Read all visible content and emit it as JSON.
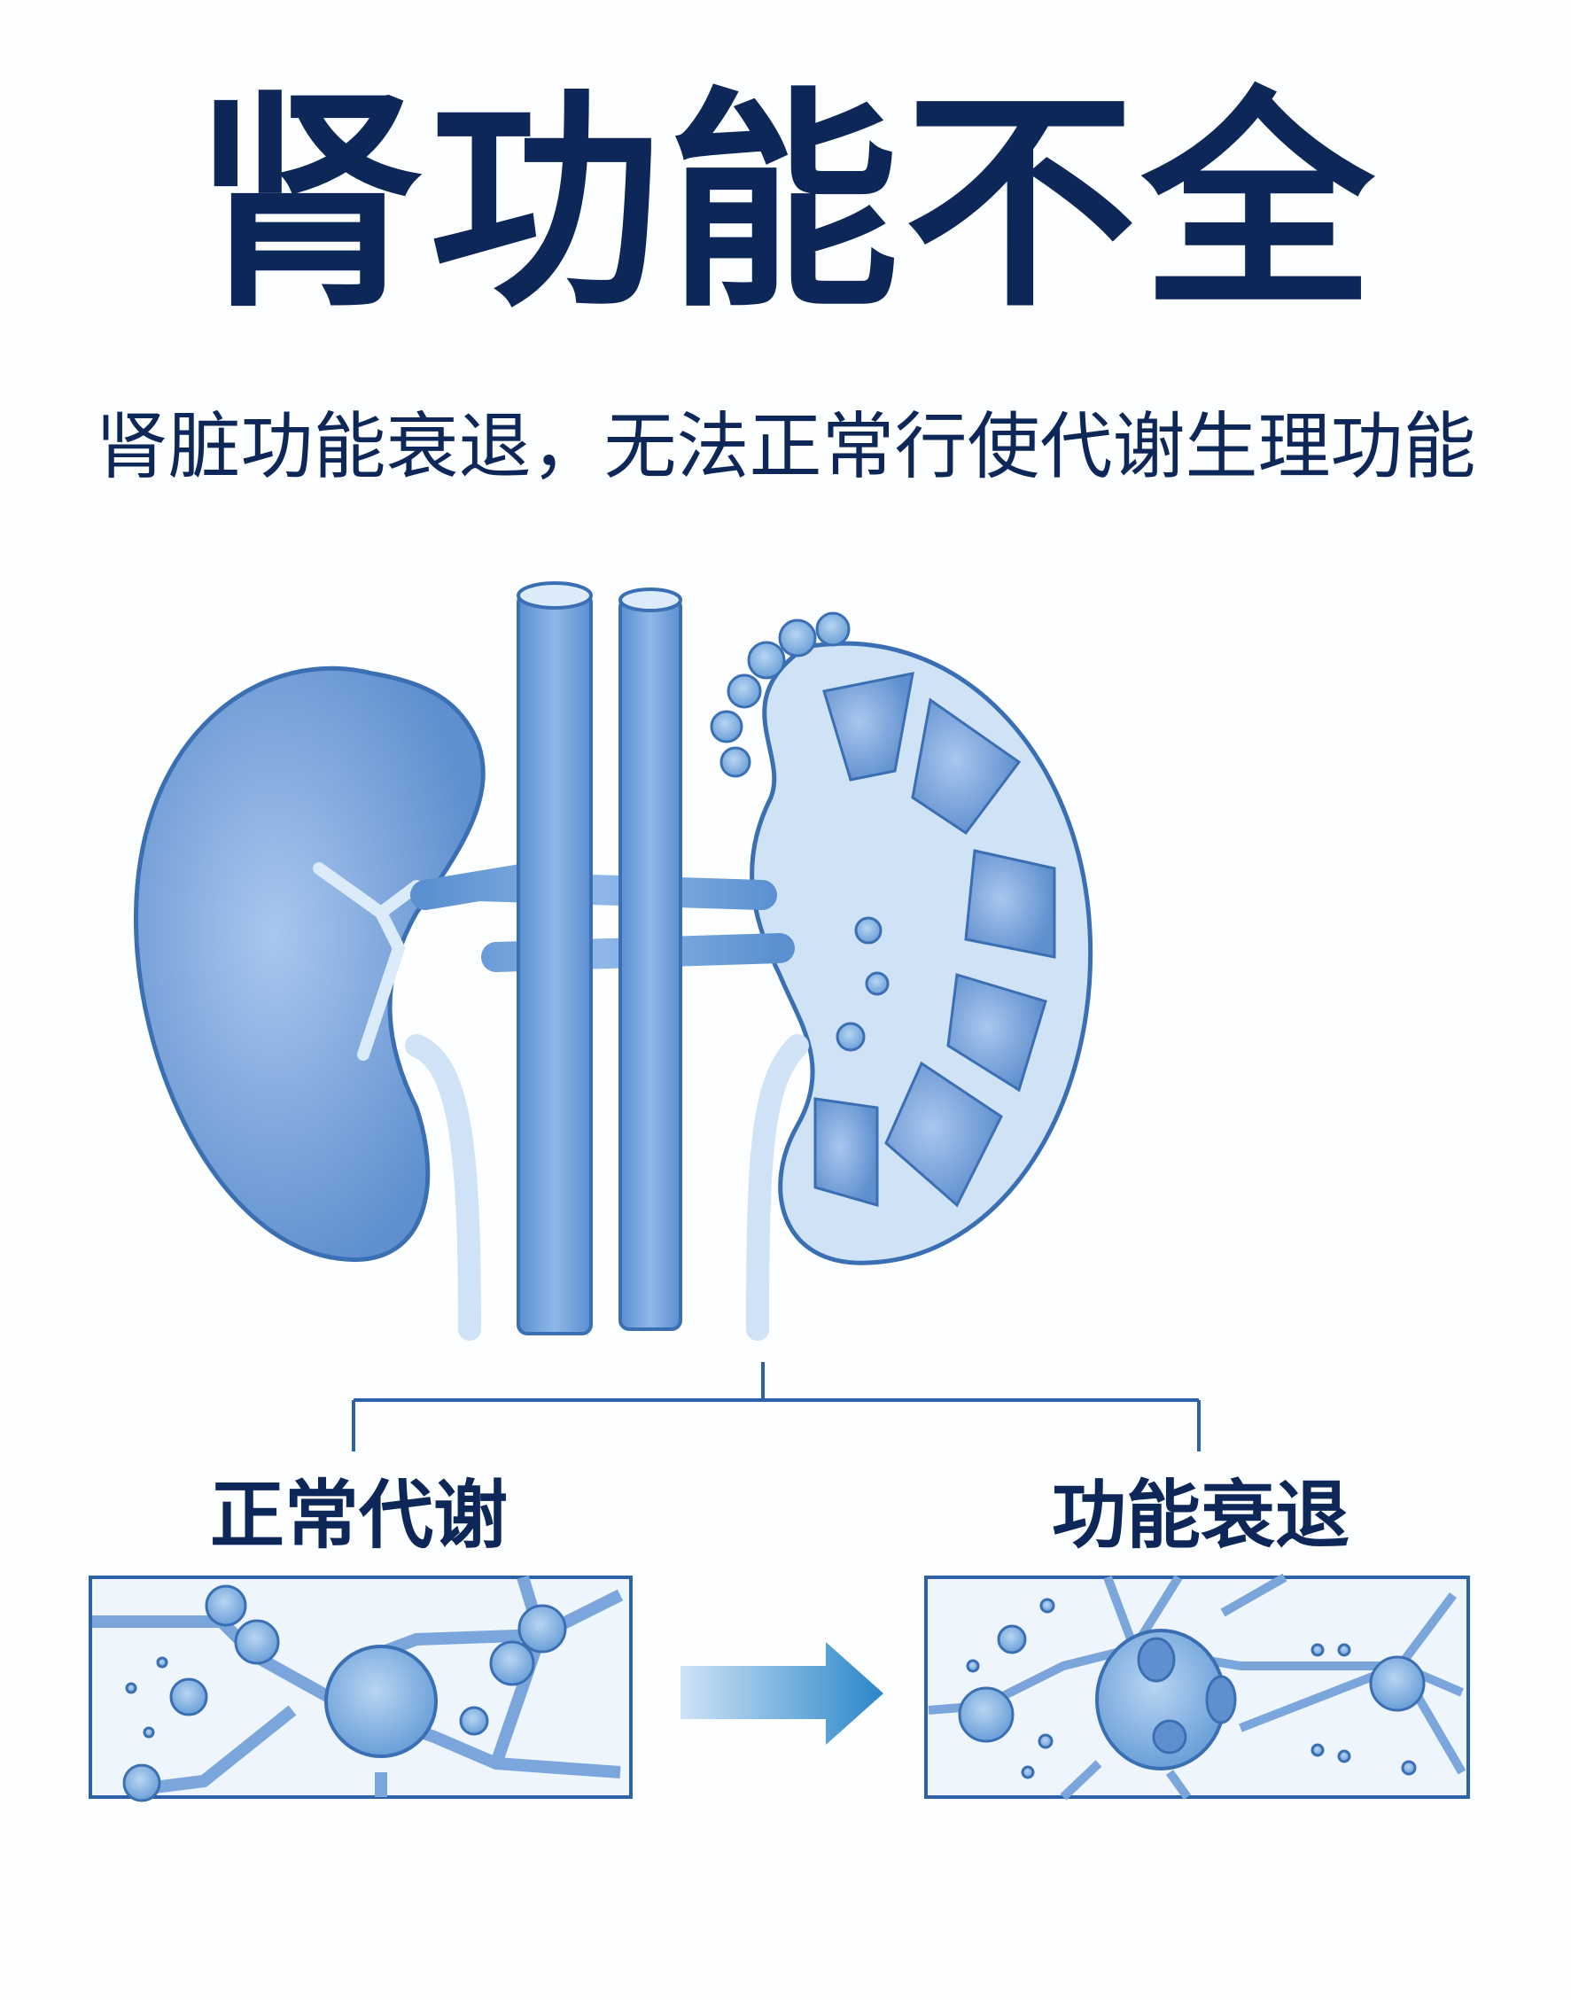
{
  "title": "肾功能不全",
  "subtitle": "肾脏功能衰退，无法正常行使代谢生理功能",
  "comparison": {
    "left_label": "正常代谢",
    "right_label": "功能衰退"
  },
  "colors": {
    "title": "#0c2758",
    "kidney_fill": "#7aa6dc",
    "kidney_stroke": "#3b6fb3",
    "panel_border": "#2e62a8",
    "arrow": "#2a86c8"
  }
}
